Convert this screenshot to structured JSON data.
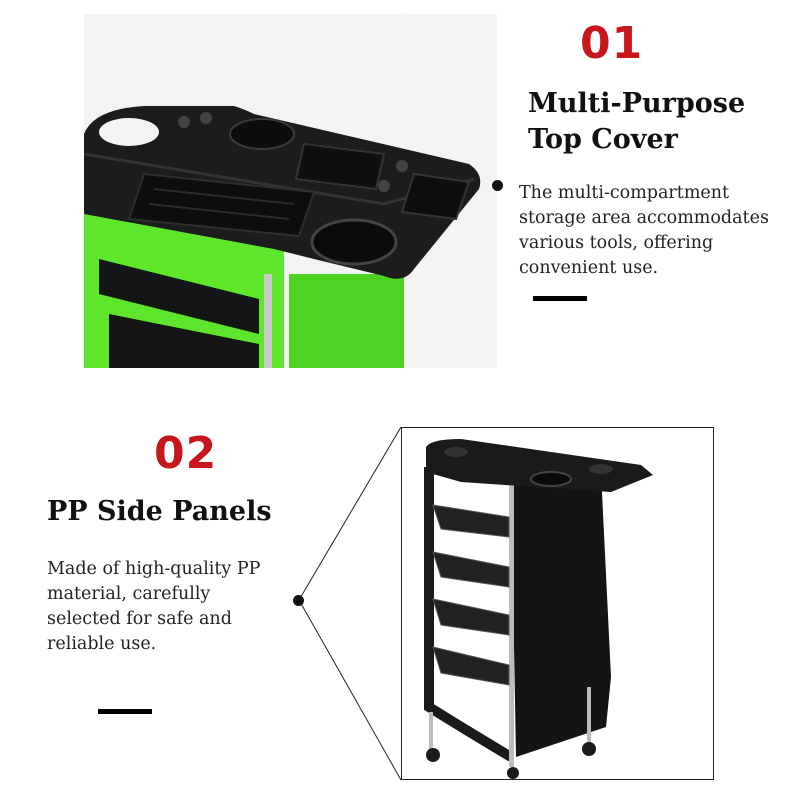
{
  "feature_1": {
    "number": "01",
    "title_line1": "Multi-Purpose",
    "title_line2": "Top Cover",
    "desc_line1": "The multi-compartment",
    "desc_line2": "storage area accommodates",
    "desc_line3": "various tools, offering",
    "desc_line4": "convenient use."
  },
  "feature_2": {
    "number": "02",
    "title": "PP Side Panels",
    "desc_line1": "Made of high-quality PP",
    "desc_line2": "material, carefully",
    "desc_line3": "selected for safe and",
    "desc_line4": "reliable use."
  },
  "colors": {
    "accent": "#c8161d",
    "text": "#111111",
    "panel_green": "#5ee62c",
    "plastic_black": "#1a1a1a"
  }
}
